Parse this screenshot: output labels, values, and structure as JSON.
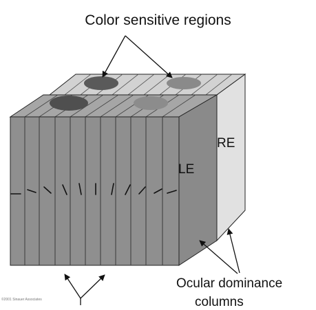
{
  "labels": {
    "title": "Color sensitive regions",
    "right_eye": "RE",
    "left_eye": "LE",
    "ocular_line1": "Ocular dominance",
    "ocular_line2": "columns",
    "copyright": "©2001 Sinauer Associates"
  },
  "colors": {
    "front_face": "#8f8f8f",
    "top_front_slab": "#a6a6a6",
    "top_back_slab": "#d2d2d2",
    "right_slab_side": "#e1e1e1",
    "column_lines": "#4a4a4a",
    "blob_dark": "#555555",
    "blob_light": "#7f7f7f"
  }
}
